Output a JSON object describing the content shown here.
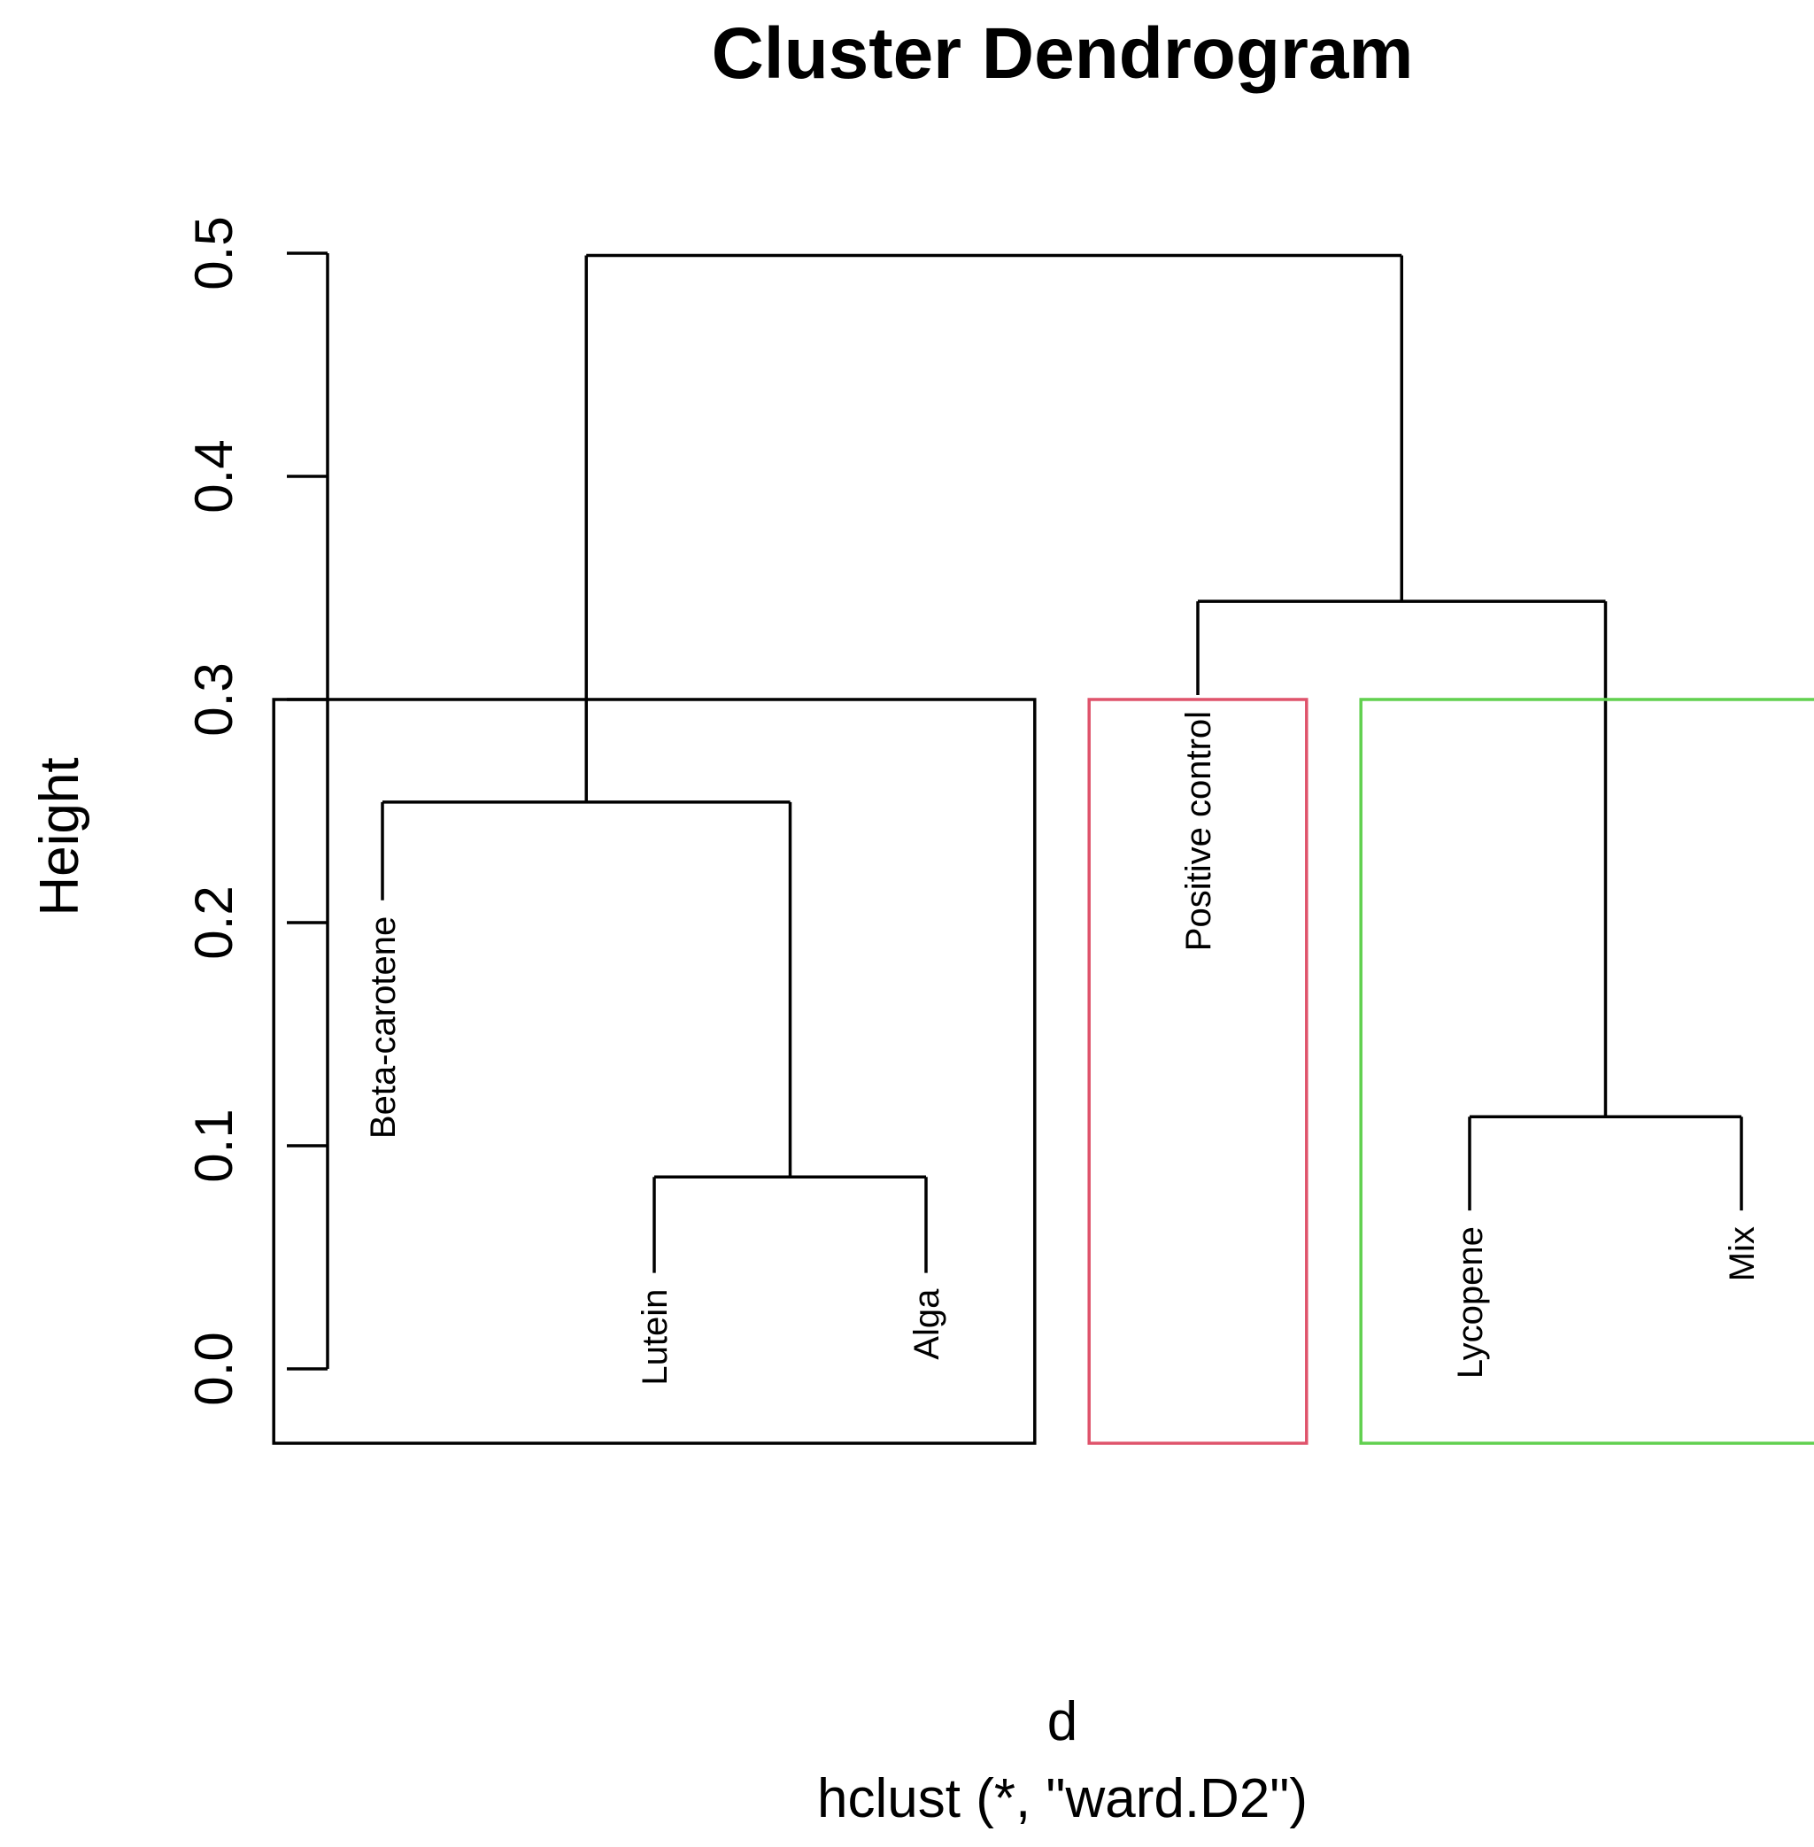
{
  "chart_data": {
    "type": "dendrogram",
    "title": "Cluster Dendrogram",
    "xlabel": "d",
    "sublabel": "hclust (*, \"ward.D2\")",
    "ylabel": "Height",
    "ylim": [
      0,
      0.5
    ],
    "yticks": [
      {
        "value": 0.0,
        "label": "0.0"
      },
      {
        "value": 0.1,
        "label": "0.1"
      },
      {
        "value": 0.2,
        "label": "0.2"
      },
      {
        "value": 0.3,
        "label": "0.3"
      },
      {
        "value": 0.4,
        "label": "0.4"
      },
      {
        "value": 0.5,
        "label": "0.5"
      }
    ],
    "leaves": [
      {
        "label": "Beta-carotene",
        "height": 0.21
      },
      {
        "label": "Lutein",
        "height": 0.043
      },
      {
        "label": "Alga",
        "height": 0.043
      },
      {
        "label": "Positive control",
        "height": 0.302
      },
      {
        "label": "Lycopene",
        "height": 0.071
      },
      {
        "label": "Mix",
        "height": 0.071
      }
    ],
    "merges": [
      {
        "left": "Lutein",
        "right": "Alga",
        "height": 0.086
      },
      {
        "left": "Beta-carotene",
        "right": "Lutein+Alga",
        "height": 0.254
      },
      {
        "left": "Lycopene",
        "right": "Mix",
        "height": 0.113
      },
      {
        "left": "Positive control",
        "right": "Lycopene+Mix",
        "height": 0.344
      },
      {
        "left": "Beta-carotene+Lutein+Alga",
        "right": "Positive control+Lycopene+Mix",
        "height": 0.499
      }
    ],
    "cut_height": 0.3,
    "clusters": [
      {
        "members": [
          "Beta-carotene",
          "Lutein",
          "Alga"
        ],
        "color": "#000000"
      },
      {
        "members": [
          "Positive control"
        ],
        "color": "#DF536B"
      },
      {
        "members": [
          "Lycopene",
          "Mix"
        ],
        "color": "#61D04F"
      }
    ]
  }
}
